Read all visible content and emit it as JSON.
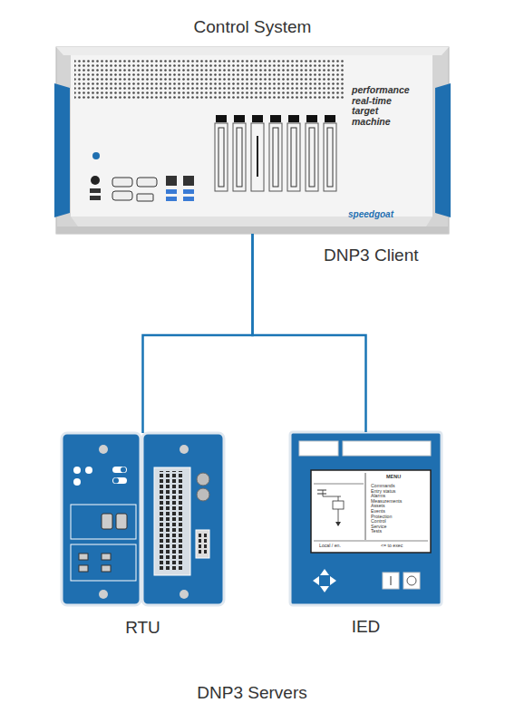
{
  "diagram": {
    "nodes": [
      {
        "text": [
          "Control System",
          "performance real-time target machine",
          "speedgoat"
        ]
      },
      {
        "text": [
          "RTU"
        ]
      },
      {
        "text": [
          "IED"
        ]
      }
    ],
    "edges": [
      {
        "from": 0,
        "to": 1,
        "arrow": "none"
      },
      {
        "from": 0,
        "to": 2,
        "arrow": "none"
      }
    ],
    "labels": [
      "DNP3 Client",
      "DNP3 Servers",
      "MENU",
      "Commands",
      "Entry status",
      "Alarms",
      "Measurements",
      "Assets",
      "Events",
      "Protection",
      "Control",
      "Service",
      "Tests",
      "Local / en.",
      "<= to exec"
    ]
  }
}
